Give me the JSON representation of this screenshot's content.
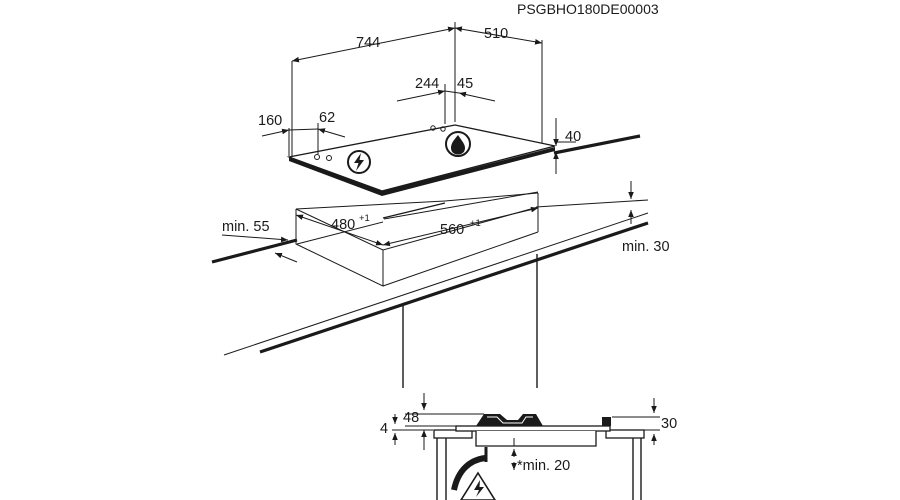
{
  "code": "PSGBHO180DE00003",
  "dimensions": {
    "hob_width": "744",
    "hob_depth": "510",
    "burner_offset_x": "244",
    "burner_offset_y": "45",
    "control_offset_x": "160",
    "control_offset_y": "62",
    "hob_height": "40",
    "cutout_depth": "480",
    "cutout_depth_tol": "+1",
    "cutout_width": "560",
    "cutout_width_tol": "+1",
    "min_front": "min. 55",
    "min_worktop": "min. 30",
    "section_left_48": "48",
    "section_left_4": "4",
    "section_right_30": "30",
    "section_clearance": "*min. 20"
  },
  "icons": {
    "plate_power": "electric-lightning-icon",
    "plate_gas": "gas-flame-icon",
    "warning": "electrical-hazard-warning-icon"
  }
}
